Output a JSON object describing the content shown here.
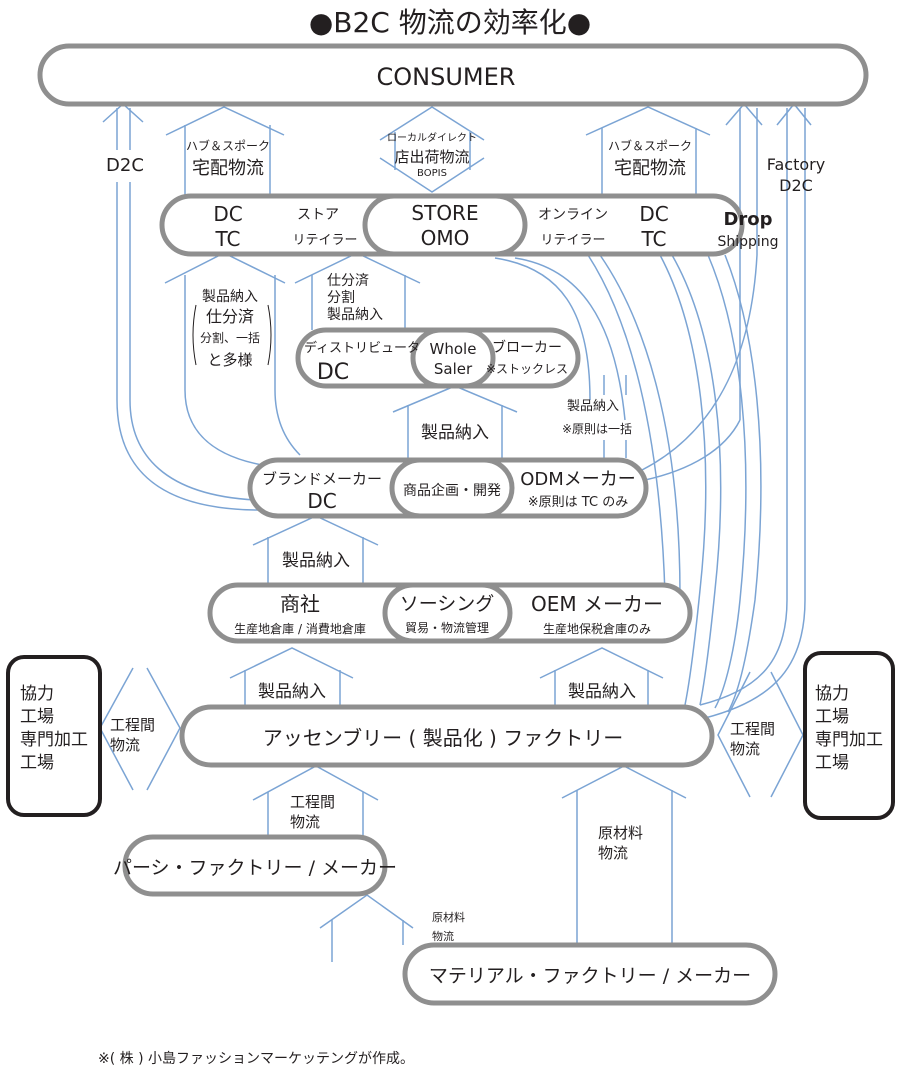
{
  "title": "●B2C 物流の効率化●",
  "colors": {
    "flow": "#7ba4d4",
    "pill_border": "#8f8f8f",
    "box_border": "#231f20",
    "text": "#231f20"
  },
  "nodes": {
    "consumer": "CONSUMER",
    "store_retailer": {
      "dc": "DC",
      "tc": "TC",
      "label1": "ストア",
      "label2": "リテイラー"
    },
    "store_omo": {
      "line1": "STORE",
      "line2": "OMO"
    },
    "online_retailer": {
      "label1": "オンライン",
      "label2": "リテイラー",
      "dc": "DC",
      "tc": "TC"
    },
    "drop_shipping": {
      "line1": "Drop",
      "line2": "Shipping"
    },
    "distributor": {
      "line1": "ディストリビュータ",
      "line2": "DC"
    },
    "wholesaler": {
      "line1": "Whole",
      "line2": "Saler"
    },
    "broker": {
      "line1": "ブローカー",
      "line2": "※ストックレス"
    },
    "brand_maker": {
      "line1": "ブランドメーカー",
      "line2": "DC"
    },
    "product_planning": "商品企画・開発",
    "odm_maker": {
      "line1": "ODMメーカー",
      "line2": "※原則は TC のみ"
    },
    "trading_company": {
      "line1": "商社",
      "line2": "生産地倉庫 / 消費地倉庫"
    },
    "sourcing": {
      "line1": "ソーシング",
      "line2": "貿易・物流管理"
    },
    "oem_maker": {
      "line1": "OEM メーカー",
      "line2": "生産地保税倉庫のみ"
    },
    "assembly_factory": "アッセンブリー ( 製品化 ) ファクトリー",
    "parts_factory": "パーシ・ファクトリー / メーカー",
    "material_factory": "マテリアル・ファクトリー / メーカー",
    "partner_factory_left": [
      "協力",
      "工場",
      "専門加工",
      "工場"
    ],
    "partner_factory_right": [
      "協力",
      "工場",
      "専門加工",
      "工場"
    ]
  },
  "flows": {
    "d2c": "D2C",
    "hub_spoke_left": {
      "line1": "ハブ＆スポーク",
      "line2": "宅配物流"
    },
    "local_direct": {
      "line1": "ローカルダイレクト",
      "line2": "店出荷物流",
      "line3": "BOPIS"
    },
    "hub_spoke_right": {
      "line1": "ハブ＆スポーク",
      "line2": "宅配物流"
    },
    "factory_d2c": {
      "line1": "Factory",
      "line2": "D2C"
    },
    "delivery_varied": [
      "製品納入",
      "仕分済",
      "分割、一括",
      "と多様"
    ],
    "delivery_sorted": [
      "仕分済",
      "分割",
      "製品納入"
    ],
    "delivery_to_distributor": "製品納入",
    "delivery_bulk": {
      "line1": "製品納入",
      "line2": "※原則は一括"
    },
    "delivery_to_brand": "製品納入",
    "delivery_assembly_left": "製品納入",
    "delivery_assembly_right": "製品納入",
    "process_logistics_left": {
      "line1": "工程間",
      "line2": "物流"
    },
    "process_logistics_right": {
      "line1": "工程間",
      "line2": "物流"
    },
    "process_logistics_parts": {
      "line1": "工程間",
      "line2": "物流"
    },
    "raw_material_big": {
      "line1": "原材料",
      "line2": "物流"
    },
    "raw_material_small": {
      "line1": "原材料",
      "line2": "物流"
    }
  },
  "footnote": "※( 株 ) 小島ファッションマーケッテングが作成。"
}
